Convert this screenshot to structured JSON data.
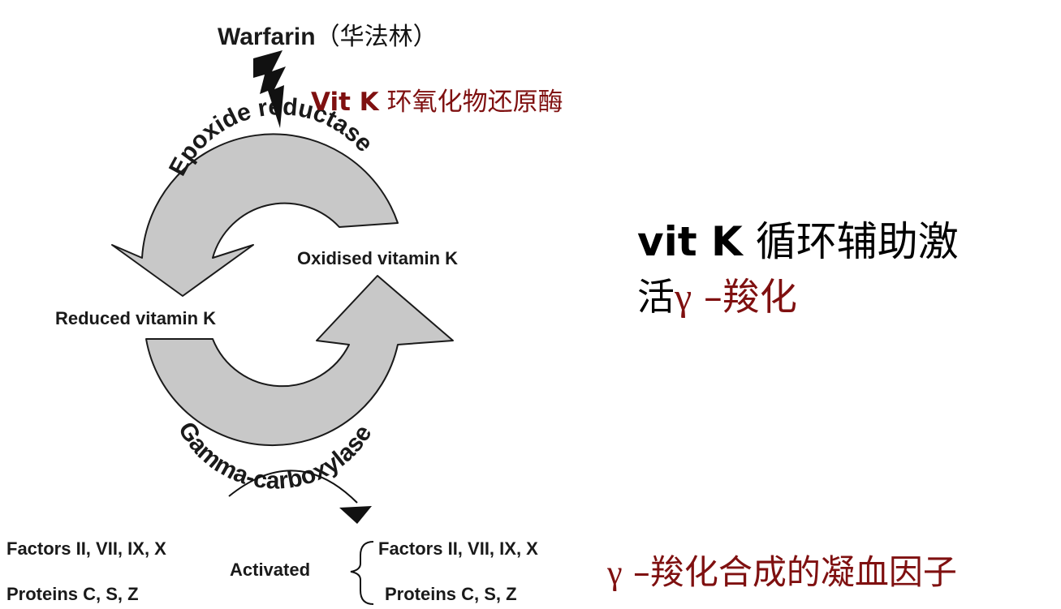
{
  "warfarin": {
    "en": "Warfarin",
    "cn": "（华法林）"
  },
  "epoxide_cn": {
    "en": "Vit K",
    "cn": " 环氧化物还原酶"
  },
  "arc_labels": {
    "top": "Epoxide reductase",
    "bottom": "Gamma-carboxylase"
  },
  "oxidised": "Oxidised vitamin K",
  "reduced": "Reduced vitamin K",
  "right_text": {
    "line1_en": "vit K",
    "line1_cn": " 循环辅助激",
    "line2_cn": "活",
    "line2_gamma": "γ",
    "line2_rest": " –羧化"
  },
  "left_factors": "Factors II, VII, IX, X",
  "left_proteins": "Proteins C, S, Z",
  "activated": "Activated",
  "right_factors": "Factors II, VII, IX, X",
  "right_proteins": "Proteins C, S, Z",
  "bottom_note": {
    "gamma": "γ",
    "rest": " –羧化合成的凝血因子"
  },
  "colors": {
    "arrow_fill": "#c8c8c8",
    "stroke": "#1a1a1a",
    "accent": "#7f1010"
  }
}
